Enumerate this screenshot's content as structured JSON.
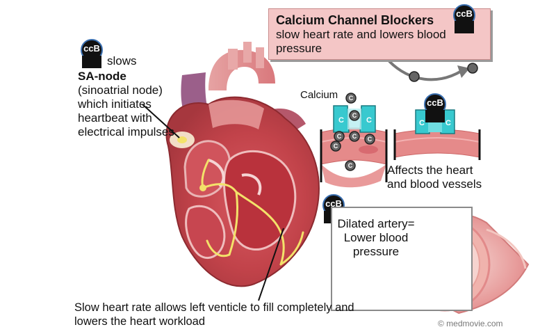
{
  "title_box": {
    "title": "Calcium Channel Blockers",
    "subtitle": "slow heart rate and lowers blood pressure"
  },
  "badges": {
    "label": "ccB"
  },
  "sa_node": {
    "line1": "slows",
    "bold": "SA-node",
    "rest": "(sinoatrial node) which initiates heartbeat with electrical impulses"
  },
  "channel": {
    "calcium_label": "Calcium",
    "ion_symbol": "C",
    "affects": "Affects the heart and blood vessels"
  },
  "artery": {
    "text": "Dilated artery= Lower blood pressure"
  },
  "bottom_caption": "Slow heart rate allows left venticle to fill completely and lowers the heart workload",
  "copyright": "© medmovie.com",
  "colors": {
    "title_box_bg": "#f4c6c6",
    "heart_red": "#c2434a",
    "vessel_pink": "#e58a8a",
    "channel_cyan": "#38c9cf",
    "nerve_yellow": "#f3e26a",
    "badge_black": "#111111",
    "badge_ring": "#3a6fb0"
  },
  "icons": [
    "ccb-badge-icon",
    "calcium-ion-icon",
    "arrow-icon",
    "heart-illustration",
    "artery-illustration"
  ]
}
